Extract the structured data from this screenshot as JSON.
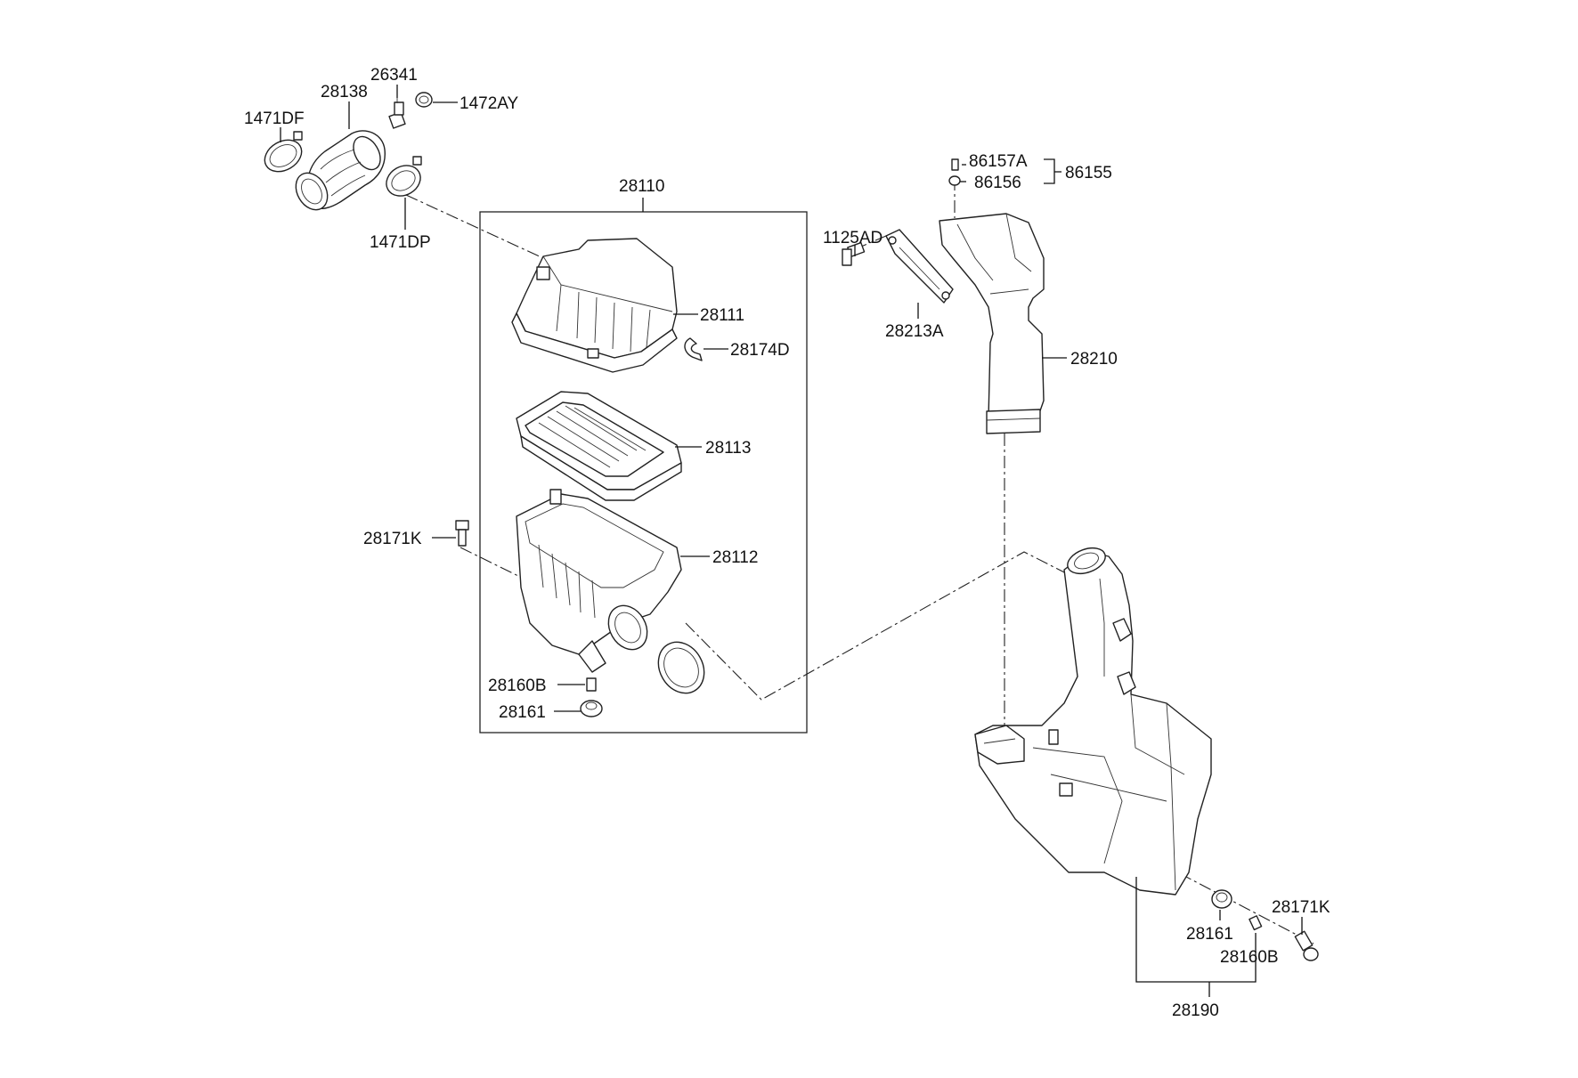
{
  "labels": {
    "p26341": "26341",
    "p28138": "28138",
    "p1472AY": "1472AY",
    "p1471DF": "1471DF",
    "p1471DP": "1471DP",
    "p28110": "28110",
    "p28111": "28111",
    "p28174D": "28174D",
    "p28113": "28113",
    "p28112": "28112",
    "p28171K_left": "28171K",
    "p28160B_left": "28160B",
    "p28161_left": "28161",
    "p86157A": "86157A",
    "p86156": "86156",
    "p86155": "86155",
    "p1125AD": "1125AD",
    "p28213A": "28213A",
    "p28210": "28210",
    "p28171K_right": "28171K",
    "p28161_right": "28161",
    "p28160B_right": "28160B",
    "p28190": "28190"
  },
  "colors": {
    "line": "#222222",
    "background": "#ffffff"
  }
}
